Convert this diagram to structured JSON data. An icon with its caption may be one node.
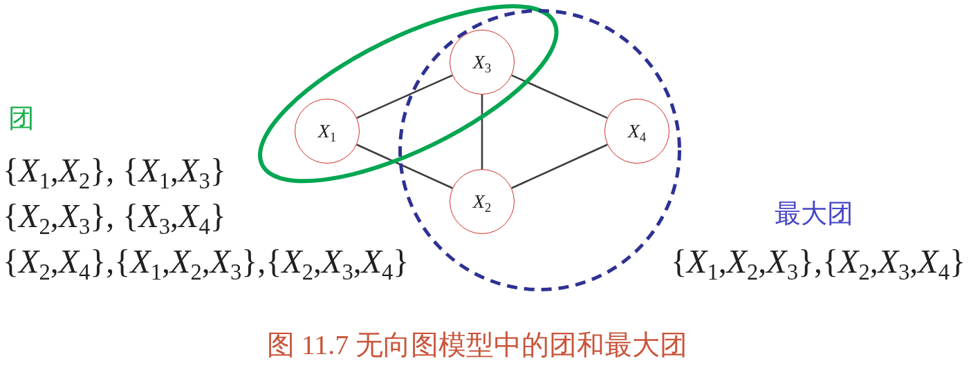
{
  "diagram": {
    "caption": "图 11.7 无向图模型中的团和最大团",
    "nodes": [
      {
        "text": [],
        "shape": "ellipse"
      },
      {
        "text": [],
        "shape": "circle"
      },
      {
        "text": [
          "*X*$_{3}$"
        ]
      },
      {
        "text": [
          "*X*$_{1}$"
        ],
        "in": 0
      },
      {
        "text": [
          "*X*$_{4}$"
        ],
        "in": 1
      },
      {
        "text": [
          "*X*$_{2}$"
        ],
        "in": 1
      }
    ],
    "edges": [
      {
        "from": 3,
        "to": 2,
        "arrow": "none"
      },
      {
        "from": 3,
        "to": 5,
        "arrow": "none"
      },
      {
        "from": 2,
        "to": 5,
        "arrow": "none"
      },
      {
        "from": 2,
        "to": 4,
        "arrow": "none"
      },
      {
        "from": 5,
        "to": 4,
        "arrow": "none"
      }
    ],
    "labels": [
      "团",
      "{*X*$_{1}$,*X*$_{2}$}, {*X*$_{1}$,*X*$_{3}$}",
      "{*X*$_{2}$,*X*$_{3}$}, {*X*$_{3}$,*X*$_{4}$}",
      "{*X*$_{2}$,*X*$_{4}$},{*X*$_{1}$,*X*$_{2}$,*X*$_{3}$},{*X*$_{2}$,*X*$_{3}$,*X*$_{4}$}",
      "最大团",
      "{*X*$_{1}$,*X*$_{2}$,*X*$_{3}$},{*X*$_{2}$,*X*$_{3}$,*X*$_{4}$}"
    ]
  }
}
